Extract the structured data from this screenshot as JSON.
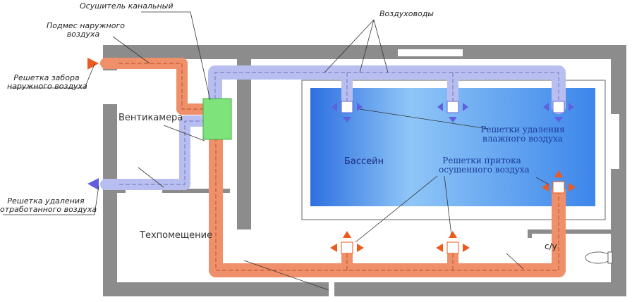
{
  "labels": {
    "dehumidifier": "Осушитель канальный",
    "outdoor_supply_l1": "Подмес наружного",
    "outdoor_supply_l2": "воздуха",
    "ducts": "Воздуховоды",
    "intake_grille_l1": "Решетка забора",
    "intake_grille_l2": "наружного воздуха",
    "vent_chamber": "Вентикамера",
    "exhaust_grille_l1": "Решетка удаления",
    "exhaust_grille_l2": "отработанного воздуха",
    "pool": "Бассейн",
    "humid_removal_l1": "Решетки удаления",
    "humid_removal_l2": "влажного воздуха",
    "dry_supply_l1": "Решетки притока",
    "dry_supply_l2": "осушенного воздуха",
    "tech_room": "Техпомещение",
    "wc": "с/у"
  },
  "colors": {
    "wall": "#8c8c8c",
    "supply_duct": "#f0906a",
    "exhaust_duct": "#b8bff0",
    "dehumidifier": "#7ee37a",
    "pool": "#6aa8f0",
    "arrow_supply": "#ee5a1c",
    "arrow_exhaust": "#6060dc"
  }
}
